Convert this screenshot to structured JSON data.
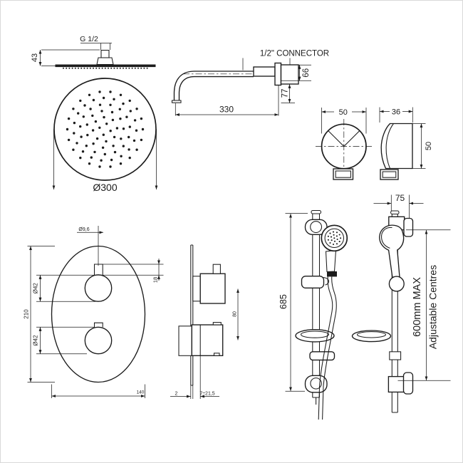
{
  "drawing": {
    "ink": "#1c1c1c",
    "background": "#ffffff"
  },
  "labels": {
    "head_side": {
      "thread": "G 1/2",
      "height": "43"
    },
    "head_front": {
      "diameter": "Ø300"
    },
    "arm": {
      "connector": "1/2\" CONNECTOR",
      "length": "330",
      "drop": "77",
      "boss_height": "66"
    },
    "outlet_front": {
      "width": "50"
    },
    "outlet_side": {
      "depth": "36",
      "height": "50"
    },
    "valve_front": {
      "stem_diameter": "Ø9,6",
      "upper_knob_diameter": "Ø42",
      "lower_knob_diameter": "Ø42",
      "plate_height": "210",
      "plate_width": "140",
      "stem_length": "18"
    },
    "valve_side": {
      "knob_spacing": "80",
      "plate_thickness": "2",
      "depth_range": "7÷21,5"
    },
    "rail_front": {
      "height": "685"
    },
    "rail_side": {
      "wall_offset": "75",
      "centres_max": "600mm MAX",
      "centres_note": "Adjustable Centres"
    }
  }
}
